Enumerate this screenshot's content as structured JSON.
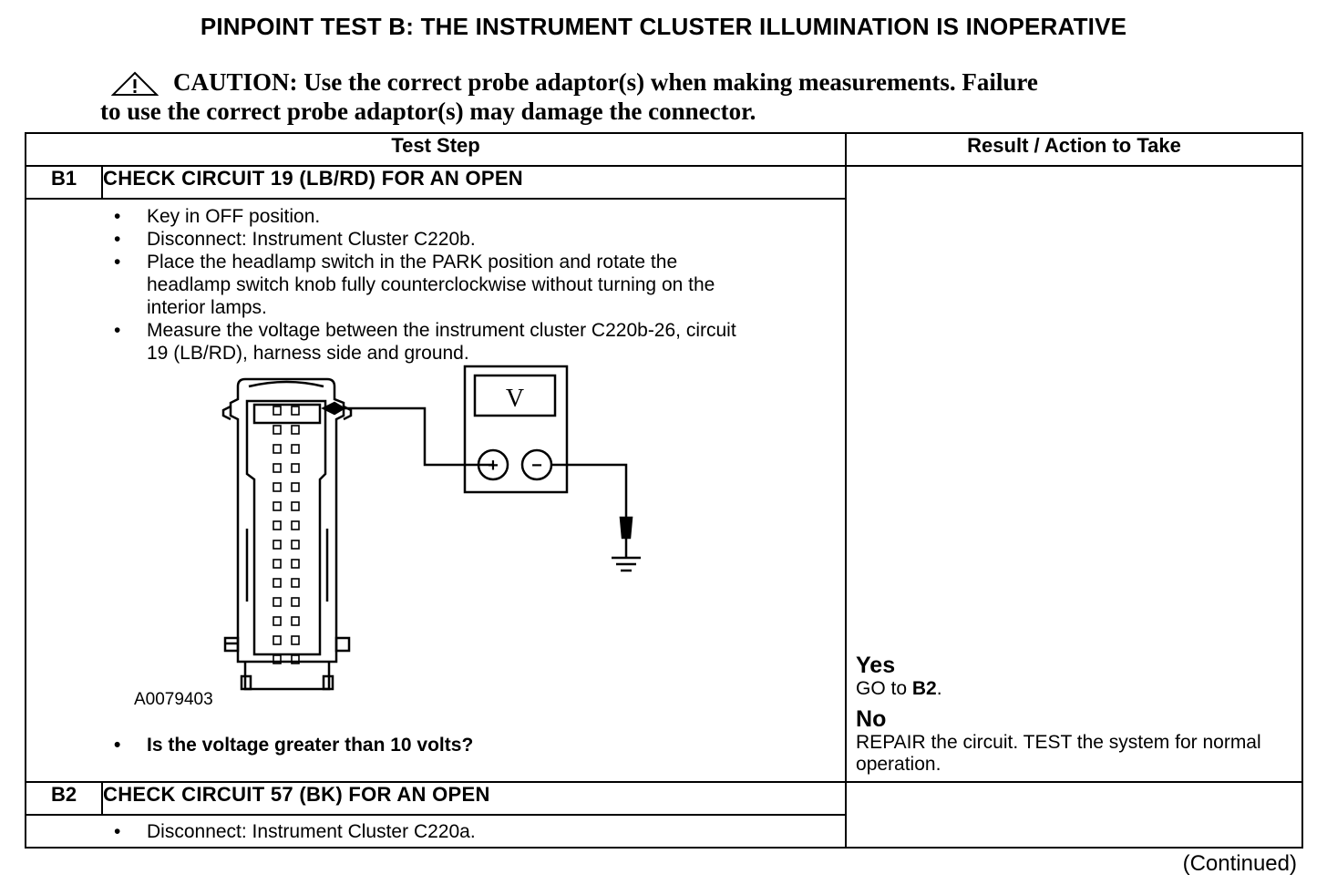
{
  "title": "PINPOINT TEST  B: THE INSTRUMENT CLUSTER ILLUMINATION IS INOPERATIVE",
  "caution": {
    "icon": "warning-triangle-icon",
    "line1": "CAUTION: Use the correct probe adaptor(s) when making measurements. Failure",
    "line2": "to use the correct probe adaptor(s) may damage the connector."
  },
  "table": {
    "header_step": "Test Step",
    "header_result": "Result / Action to Take",
    "steps": [
      {
        "id": "B1",
        "title": "CHECK CIRCUIT 19 (LB/RD) FOR AN OPEN",
        "bullets": [
          "Key in OFF position.",
          "Disconnect: Instrument Cluster C220b.",
          "Place the headlamp switch in the PARK position and rotate the headlamp switch knob fully counterclockwise without turning on the interior lamps.",
          "Measure the voltage between the instrument cluster C220b-26, circuit 19 (LB/RD), harness side and ground."
        ],
        "figure": {
          "label": "A0079403",
          "meter_symbol": "V",
          "plus": "+",
          "minus": "−"
        },
        "question": "Is the voltage greater than 10 volts?",
        "yes_label": "Yes",
        "yes_action_prefix": "GO to ",
        "yes_action_target": "B2",
        "yes_action_suffix": ".",
        "no_label": "No",
        "no_action": "REPAIR the circuit. TEST the system for normal operation."
      },
      {
        "id": "B2",
        "title": "CHECK CIRCUIT 57 (BK) FOR AN OPEN",
        "bullets": [
          "Disconnect: Instrument Cluster C220a."
        ]
      }
    ]
  },
  "continued": "(Continued)"
}
